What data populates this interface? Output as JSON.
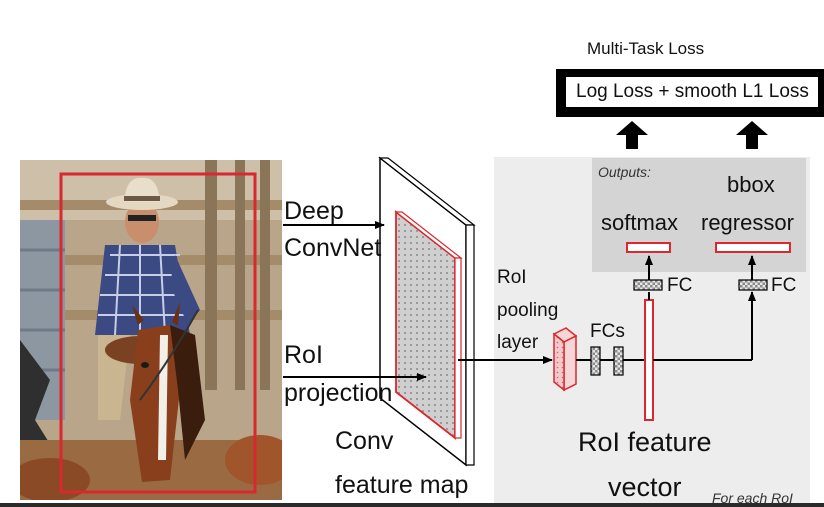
{
  "loss": {
    "title": "Multi-Task Loss",
    "formula": "Log Loss + smooth L1 Loss"
  },
  "outputs": {
    "label": "Outputs:",
    "softmax": "softmax",
    "bbox_line1": "bbox",
    "bbox_line2": "regressor",
    "fc_left": "FC",
    "fc_right": "FC"
  },
  "pipeline": {
    "deep_line1": "Deep",
    "deep_line2": "ConvNet",
    "roi_line1": "RoI",
    "roi_line2": "projection",
    "conv_line1": "Conv",
    "conv_line2": "feature map",
    "pool_line1": "RoI",
    "pool_line2": "pooling",
    "pool_line3": "layer",
    "fcs": "FCs",
    "vec_line1": "RoI feature",
    "vec_line2": "vector",
    "for_each": "For each RoI"
  },
  "colors": {
    "red": "#d9282f",
    "panel": "#ededed",
    "outputs_panel": "#d4d4d4"
  }
}
